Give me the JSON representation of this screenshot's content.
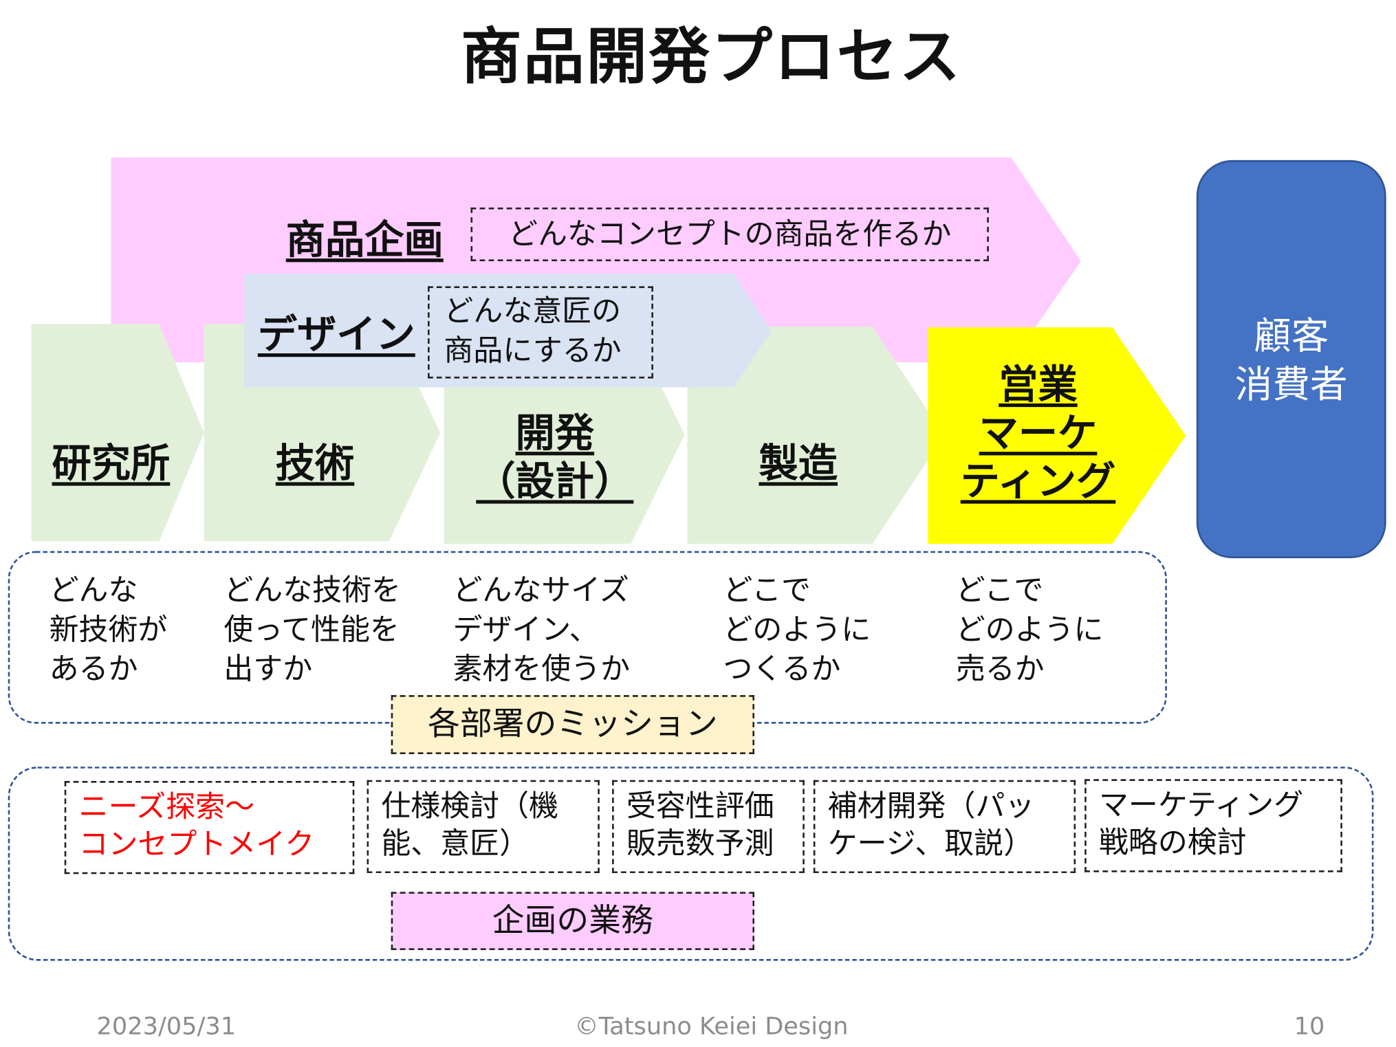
{
  "title": "商品開発プロセス",
  "planning": {
    "label": "商品企画",
    "question": "どんなコンセプトの商品を作るか"
  },
  "design": {
    "label": "デザイン",
    "question": "どんな意匠の\n商品にするか"
  },
  "stages": [
    {
      "label": "研究所",
      "mission": "どんな\n新技術が\nあるか"
    },
    {
      "label": "技術",
      "mission": "どんな技術を\n使って性能を\n出すか"
    },
    {
      "label": "開発\n（設計）",
      "mission": "どんなサイズ\nデザイン、\n素材を使うか"
    },
    {
      "label": "製造",
      "mission": "どこで\nどのように\nつくるか"
    },
    {
      "label": "営業\nマーケ\nティング",
      "mission": "どこで\nどのように\n売るか"
    }
  ],
  "customer": "顧客\n消費者",
  "mission_label": "各部署のミッション",
  "tasks": [
    {
      "text": "ニーズ探索～\nコンセプトメイク",
      "color": "#FF0000"
    },
    {
      "text": "仕様検討（機\n能、意匠）",
      "color": "#111111"
    },
    {
      "text": "受容性評価\n販売数予測",
      "color": "#111111"
    },
    {
      "text": "補材開発（パッ\nケージ、取説）",
      "color": "#111111"
    },
    {
      "text": "マーケティング\n戦略の検討",
      "color": "#111111"
    }
  ],
  "tasks_label": "企画の業務",
  "footer": {
    "date": "2023/05/31",
    "copyright": "©Tatsuno Keiei Design",
    "page": "10"
  },
  "colors": {
    "planning": "#FFCCFF",
    "design": "#DAE3F3",
    "stage": "#E2F0D9",
    "sales": "#FFFF00",
    "customer": "#4472C4",
    "mission_label_bg": "#FFF2CC",
    "frame": "#2F5597"
  }
}
